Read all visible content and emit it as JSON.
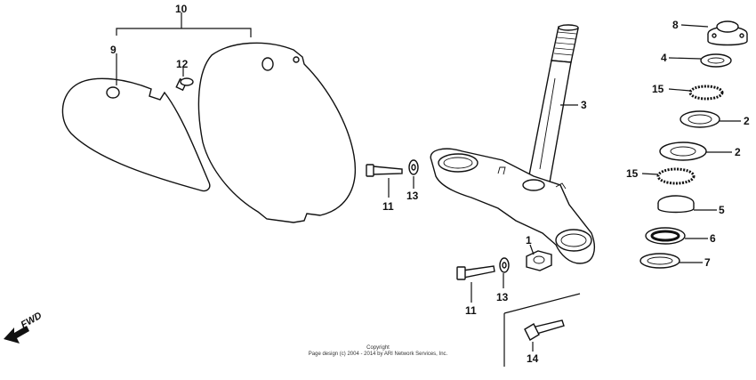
{
  "callouts": {
    "c1": "1",
    "c2a": "2",
    "c2b": "2",
    "c3": "3",
    "c4": "4",
    "c5": "5",
    "c6": "6",
    "c7": "7",
    "c8": "8",
    "c9": "9",
    "c10": "10",
    "c11a": "11",
    "c11b": "11",
    "c12": "12",
    "c13a": "13",
    "c13b": "13",
    "c14": "14",
    "c15a": "15",
    "c15b": "15"
  },
  "fwd_label": "FWD",
  "copyright": {
    "line1": "Copyright",
    "line2": "Page design (c) 2004 - 2014 by ARI Network Services, Inc."
  }
}
